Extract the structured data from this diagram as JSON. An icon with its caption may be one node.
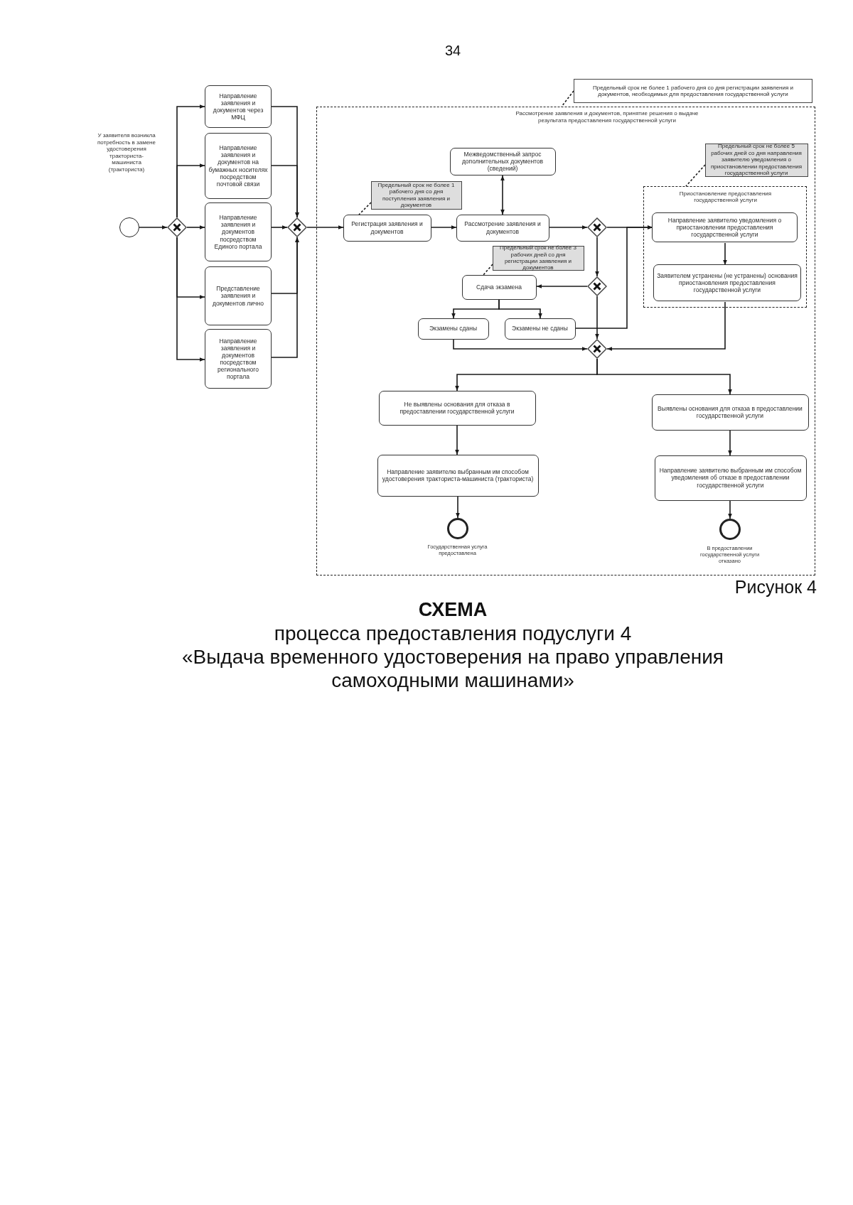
{
  "diagram": {
    "title": "**СХЕМА** процесса предоставления подуслуги 4",
    "caption": "«Выдача временного удостоверения на право управления самоходными машинами»",
    "nodes": [
      {
        "text": [],
        "shape": "circle"
      },
      {
        "text": [],
        "shape": "diamond"
      },
      {
        "text": [
          "Направление заявления и документов через МФЦ"
        ]
      },
      {
        "text": [
          "Направление заявления и документов на бумажных носителях посредством почтовой связи"
        ]
      },
      {
        "text": [
          "Направление заявления и документов посредством Единого портала"
        ]
      },
      {
        "text": [
          "Представление заявления и документов лично"
        ]
      },
      {
        "text": [
          "Направление заявления и документов посредством регионального портала"
        ]
      },
      {
        "text": [],
        "shape": "diamond"
      },
      {
        "text": [
          "Предельный срок не более 1 рабочего дня со дня регистрации заявления и документов, необходимых для предоставления государственной услуги"
        ]
      },
      {
        "text": [
          "Рассмотрение заявления и документов, принятие решения о выдаче результата предоставления государственной услуги"
        ]
      },
      {
        "text": [
          "Предельный срок не более 1 рабочего дня со дня поступления заявления и документов"
        ],
        "in": 9
      },
      {
        "text": [
          "Межведомственный запрос дополнительных документов (сведений)"
        ],
        "in": 9
      },
      {
        "text": [
          "Регистрация заявления и документов"
        ],
        "in": 9
      },
      {
        "text": [
          "Рассмотрение заявления и документов"
        ],
        "in": 9
      },
      {
        "text": [],
        "shape": "diamond",
        "in": 9
      },
      {
        "text": [
          "Предельный срок не более 5 рабочих дней со дня направления заявителю уведомления о приостановлении предоставления государственной услуги"
        ],
        "in": 9
      },
      {
        "text": [
          "Приостановление предоставления государственной услуги"
        ],
        "in": 9
      },
      {
        "text": [
          "Направление заявителю уведомления о приостановлении предоставления государственной услуги"
        ],
        "in": 16
      },
      {
        "text": [
          "Заявителем устранены (не устранены) основания приостановления предоставления государственной услуги"
        ],
        "in": 16
      },
      {
        "text": [
          "Предельный срок не более 3 рабочих дней со дня регистрации заявления и документов"
        ],
        "in": 9
      },
      {
        "text": [
          "Сдача экзамена"
        ],
        "in": 9
      },
      {
        "text": [],
        "shape": "diamond",
        "in": 9
      },
      {
        "text": [
          "Экзамены сданы"
        ],
        "in": 9
      },
      {
        "text": [
          "Экзамены не сданы"
        ],
        "in": 9
      },
      {
        "text": [],
        "shape": "diamond",
        "in": 9
      },
      {
        "text": [
          "Не выявлены основания для отказа в предоставлении государственной услуги"
        ],
        "in": 9
      },
      {
        "text": [
          "Выявлены основания для отказа в предоставлении государственной услуги"
        ],
        "in": 9
      },
      {
        "text": [
          "Направление заявителю выбранным им способом удостоверения тракториста-машиниста (тракториста)"
        ],
        "in": 9
      },
      {
        "text": [
          "Направление заявителю выбранным им способом уведомления об отказе в предоставлении государственной услуги"
        ],
        "in": 9
      },
      {
        "text": [],
        "shape": "circle",
        "in": 9,
        "beside": [
          "Государственная услуга предоставлена"
        ]
      },
      {
        "text": [],
        "shape": "circle",
        "in": 9,
        "beside": [
          "В предоставлении государственной услуги отказано"
        ]
      }
    ],
    "edges": [
      {
        "from": 0,
        "to": 1,
        "arrow": "to"
      },
      {
        "from": 1,
        "to": 2,
        "arrow": "to"
      },
      {
        "from": 1,
        "to": 3,
        "arrow": "to"
      },
      {
        "from": 1,
        "to": 4,
        "arrow": "to"
      },
      {
        "from": 1,
        "to": 5,
        "arrow": "to"
      },
      {
        "from": 1,
        "to": 6,
        "arrow": "to"
      },
      {
        "from": 2,
        "to": 7,
        "arrow": "to"
      },
      {
        "from": 3,
        "to": 7,
        "arrow": "to"
      },
      {
        "from": 4,
        "to": 7,
        "arrow": "to"
      },
      {
        "from": 5,
        "to": 7,
        "arrow": "to"
      },
      {
        "from": 6,
        "to": 7,
        "arrow": "to"
      },
      {
        "from": 7,
        "to": 12,
        "arrow": "to"
      },
      {
        "from": 8,
        "to": 9,
        "arrow": "none",
        "style": "dashed"
      },
      {
        "from": 10,
        "to": 12,
        "arrow": "none",
        "style": "dashed"
      },
      {
        "from": 12,
        "to": 13,
        "arrow": "to"
      },
      {
        "from": 13,
        "to": 11,
        "arrow": "both"
      },
      {
        "from": 13,
        "to": 14,
        "arrow": "to"
      },
      {
        "from": 14,
        "to": 17,
        "arrow": "to"
      },
      {
        "from": 14,
        "to": 21,
        "arrow": "to"
      },
      {
        "from": 15,
        "to": 16,
        "arrow": "none",
        "style": "dashed"
      },
      {
        "from": 17,
        "to": 18,
        "arrow": "to"
      },
      {
        "from": 19,
        "to": 20,
        "arrow": "none",
        "style": "dashed"
      },
      {
        "from": 21,
        "to": 20,
        "arrow": "to"
      },
      {
        "from": 21,
        "to": 24,
        "arrow": "to"
      },
      {
        "from": 20,
        "to": 22,
        "arrow": "to"
      },
      {
        "from": 20,
        "to": 23,
        "arrow": "to"
      },
      {
        "from": 22,
        "to": 24,
        "arrow": "to"
      },
      {
        "from": 23,
        "to": 17,
        "arrow": "to"
      },
      {
        "from": 18,
        "to": 24,
        "arrow": "to"
      },
      {
        "from": 24,
        "to": 25,
        "arrow": "to"
      },
      {
        "from": 24,
        "to": 26,
        "arrow": "to"
      },
      {
        "from": 25,
        "to": 27,
        "arrow": "to"
      },
      {
        "from": 26,
        "to": 28,
        "arrow": "to"
      },
      {
        "from": 27,
        "to": 29,
        "arrow": "to"
      },
      {
        "from": 28,
        "to": 30,
        "arrow": "to"
      }
    ],
    "labels": [
      "34",
      "У заявителя возникла потребность в замене удостоверения тракториста-машиниста (тракториста)",
      "Рисунок 4"
    ]
  }
}
